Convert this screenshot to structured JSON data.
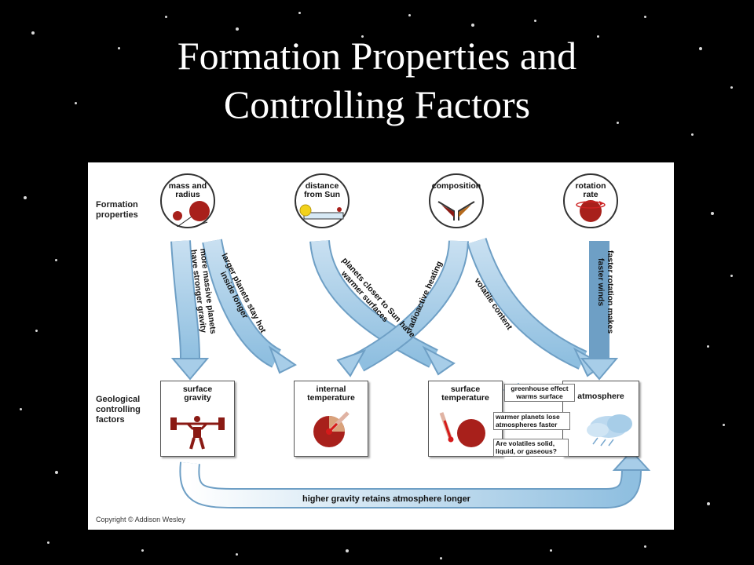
{
  "title": {
    "line1": "Formation Properties and",
    "line2": "Controlling Factors"
  },
  "row_labels": {
    "formation": {
      "line1": "Formation",
      "line2": "properties"
    },
    "geological": {
      "line1": "Geological",
      "line2": "controlling",
      "line3": "factors"
    }
  },
  "properties": [
    {
      "line1": "mass and",
      "line2": "radius"
    },
    {
      "line1": "distance",
      "line2": "from Sun"
    },
    {
      "line1": "composition",
      "line2": ""
    },
    {
      "line1": "rotation",
      "line2": "rate"
    }
  ],
  "factors": [
    {
      "line1": "surface",
      "line2": "gravity"
    },
    {
      "line1": "internal",
      "line2": "temperature"
    },
    {
      "line1": "surface",
      "line2": "temperature"
    },
    {
      "line1": "atmosphere",
      "line2": ""
    }
  ],
  "arrow_labels": {
    "gravity": {
      "line1": "more massive planets",
      "line2": "have stronger gravity"
    },
    "hot": {
      "line1": "larger planets stay hot",
      "line2": "inside longer"
    },
    "closer": {
      "line1": "planets closer to Sun have",
      "line2": "warmer surfaces"
    },
    "radioactive": "radioactive heating",
    "volatile": "volatile content",
    "rotation": {
      "line1": "faster rotation makes",
      "line2": "faster winds"
    },
    "bottom": "higher gravity retains atmosphere longer"
  },
  "callouts": {
    "greenhouse": {
      "line1": "greenhouse effect",
      "line2": "warms surface"
    },
    "lose": {
      "line1": "warmer planets lose",
      "line2": "atmospheres faster"
    },
    "volatiles": {
      "line1": "Are volatiles solid,",
      "line2": "liquid, or gaseous?"
    }
  },
  "copyright": "Copyright © Addison Wesley",
  "colors": {
    "arrow_fill": "#a7cde8",
    "arrow_edge": "#6e9fc5",
    "planet_red": "#a8201b",
    "sun_yellow": "#f2d21b"
  }
}
